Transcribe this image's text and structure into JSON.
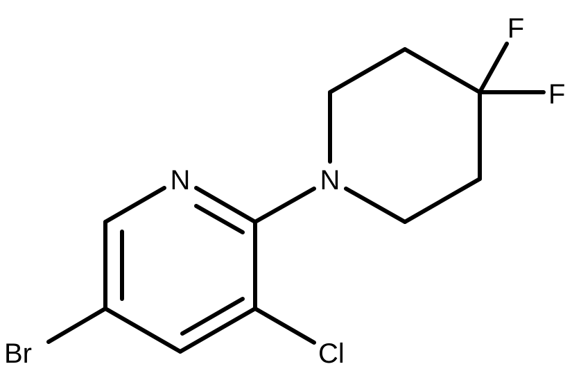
{
  "atoms": {
    "n_pyridine": "N",
    "n_piperidine": "N",
    "f_top": "F",
    "f_right": "F",
    "br": "Br",
    "cl": "Cl"
  },
  "colors": {
    "bond": "#000000",
    "label": "#000000",
    "background": "#ffffff"
  }
}
